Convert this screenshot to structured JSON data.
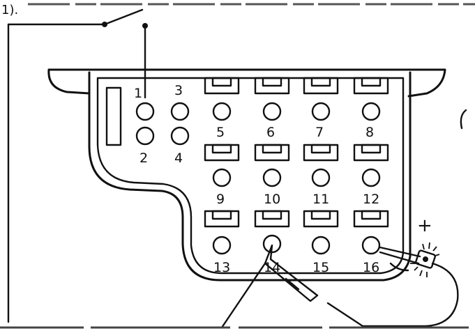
{
  "diagram": {
    "corner_text": "1).",
    "plus_sign": "+",
    "sockets": [
      {
        "n": 1,
        "label": "1"
      },
      {
        "n": 2,
        "label": "2"
      },
      {
        "n": 3,
        "label": "3"
      },
      {
        "n": 4,
        "label": "4"
      },
      {
        "n": 5,
        "label": "5"
      },
      {
        "n": 6,
        "label": "6"
      },
      {
        "n": 7,
        "label": "7"
      },
      {
        "n": 8,
        "label": "8"
      },
      {
        "n": 9,
        "label": "9"
      },
      {
        "n": 10,
        "label": "10"
      },
      {
        "n": 11,
        "label": "11"
      },
      {
        "n": 12,
        "label": "12"
      },
      {
        "n": 13,
        "label": "13"
      },
      {
        "n": 14,
        "label": "14"
      },
      {
        "n": 15,
        "label": "15"
      },
      {
        "n": 16,
        "label": "16"
      }
    ],
    "ink_color": "#111111",
    "background_color": "#ffffff"
  }
}
